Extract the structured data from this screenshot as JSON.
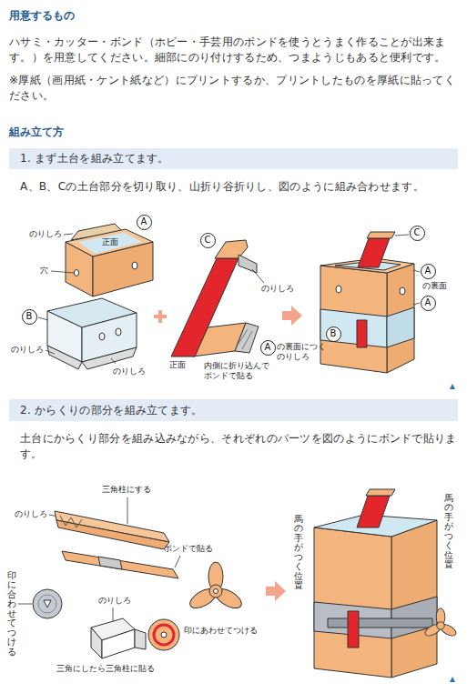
{
  "diagram": {
    "nodes": [
      {
        "text": [
          "1. まず土台を組み立てます。"
        ]
      },
      {
        "text": [
          "A"
        ]
      },
      {
        "text": [
          "B"
        ]
      },
      {
        "text": [
          "C"
        ]
      },
      {
        "text": [
          "A"
        ]
      },
      {
        "text": [
          "C"
        ]
      },
      {
        "text": [
          "A"
        ]
      },
      {
        "text": [
          "A"
        ]
      },
      {
        "text": [
          "B"
        ]
      },
      {
        "text": [
          "2. からくりの部分を組み立てます。"
        ]
      }
    ],
    "labels": [
      "用意するもの",
      "ハサミ・カッター・ボンド（ホビー・手芸用のボンドを使うとうまく作ることが出来ます。）を用意してください。細部にのり付けするため、つまようじもあると便利です。",
      "※厚紙（画用紙・ケント紙など）にプリントするか、プリントしたものを厚紙に貼ってください。",
      "組み立て方",
      "A、B、Cの土台部分を切り取り、山折り谷折りし、図のように組み合わせます。",
      "のりしろ",
      "穴",
      "正面",
      "のりしろ",
      "のりしろ",
      "のりしろ",
      "の裏面につく のりしろ",
      "正面",
      "内側に折り込んで ボンドで貼る",
      "の裏面",
      "土台にからくり部分を組み込みながら、それぞれのパーツを図のようにボンドで貼ります。",
      "三角柱にする",
      "のりしろ",
      "ボンドで貼る",
      "印に合わせてつける",
      "のりしろ",
      "印にあわせてつける",
      "三角にしたら三角柱に貼る",
      "馬の手がつく位置",
      "馬の手がつく位置"
    ]
  }
}
